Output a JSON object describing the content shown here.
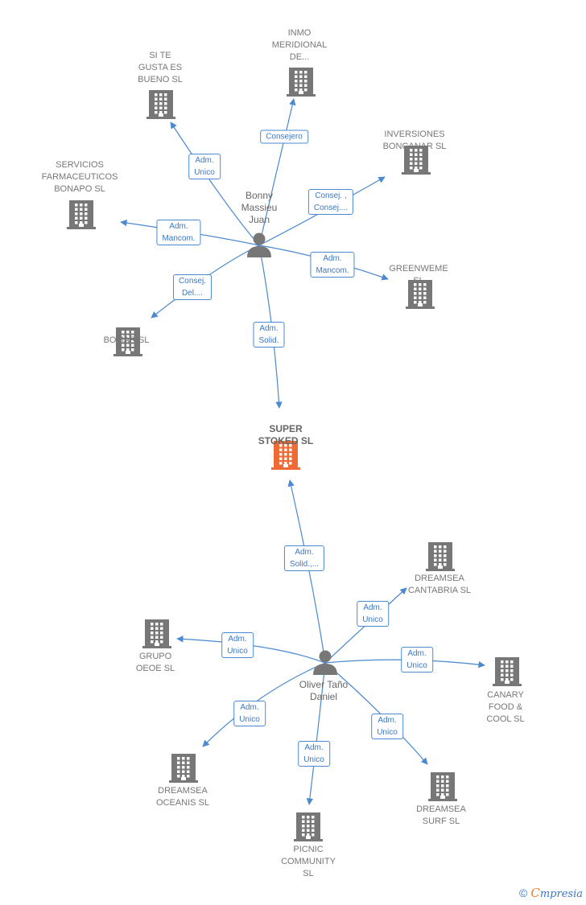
{
  "colors": {
    "edge": "#4a88d0",
    "node": "#777777",
    "main": "#f06a35"
  },
  "persons": [
    {
      "id": "bonny",
      "label": "Bonny\nMassieu\nJuan"
    },
    {
      "id": "oliver",
      "label": "Oliver Taño\nDaniel"
    }
  ],
  "companies": [
    {
      "id": "main",
      "label": "SUPER\nSTOKED  SL",
      "highlight": true
    },
    {
      "id": "inmo",
      "label": "INMO\nMERIDIONAL\nDE..."
    },
    {
      "id": "site",
      "label": "SI TE\nGUSTA ES\nBUENO  SL"
    },
    {
      "id": "inversiones",
      "label": "INVERSIONES\nBONCANAR  SL"
    },
    {
      "id": "servicios",
      "label": "SERVICIOS\nFARMACEUTICOS\nBONAPO  SL"
    },
    {
      "id": "greenweme",
      "label": "GREENWEME\nSL"
    },
    {
      "id": "bomar",
      "label": "BOMAR SL"
    },
    {
      "id": "cantabria",
      "label": "DREAMSEA\nCANTABRIA  SL"
    },
    {
      "id": "grupo",
      "label": "GRUPO\nOEOE  SL"
    },
    {
      "id": "canary",
      "label": "CANARY\nFOOD &\nCOOL  SL"
    },
    {
      "id": "oceanis",
      "label": "DREAMSEA\nOCEANIS  SL"
    },
    {
      "id": "surf",
      "label": "DREAMSEA\nSURF SL"
    },
    {
      "id": "picnic",
      "label": "PICNIC\nCOMMUNITY\nSL"
    }
  ],
  "edges": [
    {
      "from": "bonny",
      "to": "inmo",
      "label": "Consejero"
    },
    {
      "from": "bonny",
      "to": "site",
      "label": "Adm.\nUnico"
    },
    {
      "from": "bonny",
      "to": "inversiones",
      "label": "Consej. ,\nConsej...."
    },
    {
      "from": "bonny",
      "to": "servicios",
      "label": "Adm.\nMancom."
    },
    {
      "from": "bonny",
      "to": "greenweme",
      "label": "Adm.\nMancom."
    },
    {
      "from": "bonny",
      "to": "bomar",
      "label": "Consej.\nDel...."
    },
    {
      "from": "bonny",
      "to": "main",
      "label": "Adm.\nSolid."
    },
    {
      "from": "oliver",
      "to": "main",
      "label": "Adm.\nSolid.,..."
    },
    {
      "from": "oliver",
      "to": "cantabria",
      "label": "Adm.\nUnico"
    },
    {
      "from": "oliver",
      "to": "grupo",
      "label": "Adm.\nUnico"
    },
    {
      "from": "oliver",
      "to": "canary",
      "label": "Adm.\nUnico"
    },
    {
      "from": "oliver",
      "to": "oceanis",
      "label": "Adm.\nUnico"
    },
    {
      "from": "oliver",
      "to": "surf",
      "label": "Adm.\nUnico"
    },
    {
      "from": "oliver",
      "to": "picnic",
      "label": "Adm.\nUnico"
    }
  ],
  "footer": {
    "copyright": "©",
    "brand_e": "C",
    "brand_rest": "mpresia"
  }
}
